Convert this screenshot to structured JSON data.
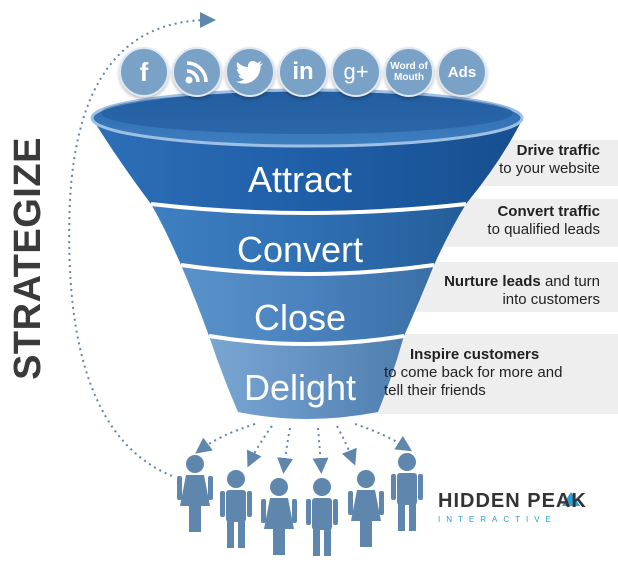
{
  "side_label": "STRATEGIZE",
  "channels": [
    {
      "icon": "facebook-icon",
      "text": "f"
    },
    {
      "icon": "rss-icon",
      "text": ""
    },
    {
      "icon": "twitter-icon",
      "text": ""
    },
    {
      "icon": "linkedin-icon",
      "text": "in"
    },
    {
      "icon": "google-plus-icon",
      "text": "g+"
    },
    {
      "icon": "word-of-mouth-icon",
      "text": "Word of Mouth"
    },
    {
      "icon": "ads-icon",
      "text": "Ads"
    }
  ],
  "stages": [
    {
      "label": "Attract",
      "desc_bold": "Drive traffic",
      "desc_rest": "to your website"
    },
    {
      "label": "Convert",
      "desc_bold": "Convert traffic",
      "desc_rest": "to qualified leads"
    },
    {
      "label": "Close",
      "desc_bold": "Nurture leads",
      "desc_rest": "and turn into customers"
    },
    {
      "label": "Delight",
      "desc_bold": "Inspire customers",
      "desc_rest": "to come back for more and tell their friends"
    }
  ],
  "logo": {
    "main": "HIDDEN PEAK",
    "sub": "INTERACTIVE"
  },
  "colors": {
    "funnel_dark": "#1f5ea8",
    "funnel_light": "#5b8fc4",
    "people": "#5f87ad",
    "icon_bg": "#7aa1c6",
    "logo_accent": "#2aa0d8"
  }
}
